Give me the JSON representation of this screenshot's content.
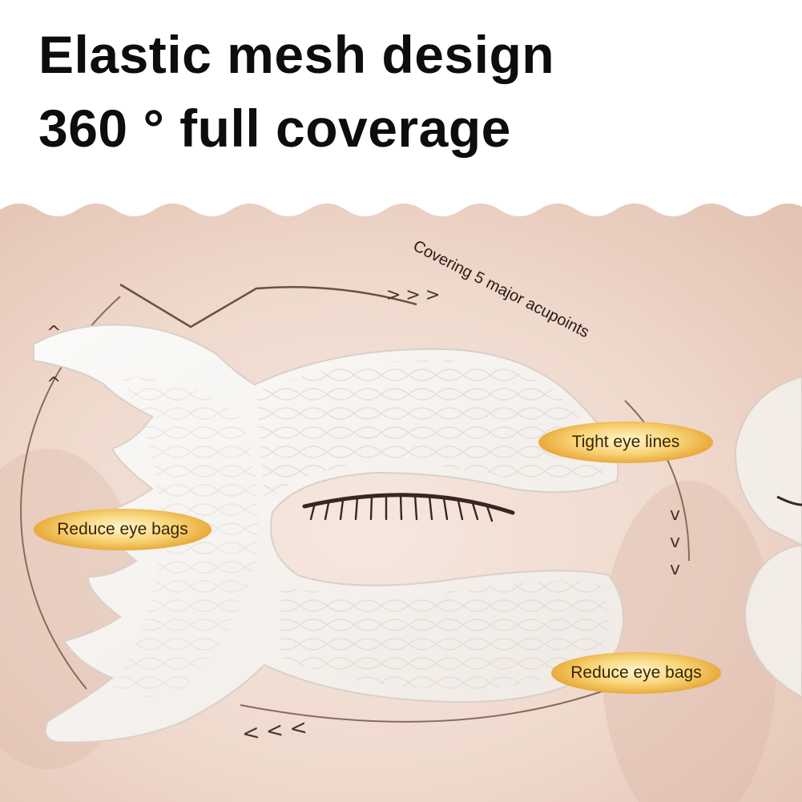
{
  "headline": {
    "line1": "Elastic mesh design",
    "line2": "360 ° full coverage"
  },
  "annotations": {
    "acupoints": "Covering 5 major acupoints",
    "tight_eye_lines": "Tight eye lines",
    "reduce_eye_bags_left": "Reduce eye bags",
    "reduce_eye_bags_right": "Reduce eye bags",
    "arrows_right": ">>>",
    "arrows_left": "<<<",
    "arrows_down": [
      "v",
      "v",
      "v"
    ],
    "arrows_up": [
      "^",
      "^"
    ]
  },
  "colors": {
    "skin": "#f1ddd3",
    "patch": "#f7f4f1",
    "label_gold": "#f3c95c",
    "arrow_line": "#7a5748"
  },
  "icons": {
    "eye_patch": "butterfly-shaped-eye-patch",
    "closed_eye": "closed-eye-with-lashes"
  }
}
